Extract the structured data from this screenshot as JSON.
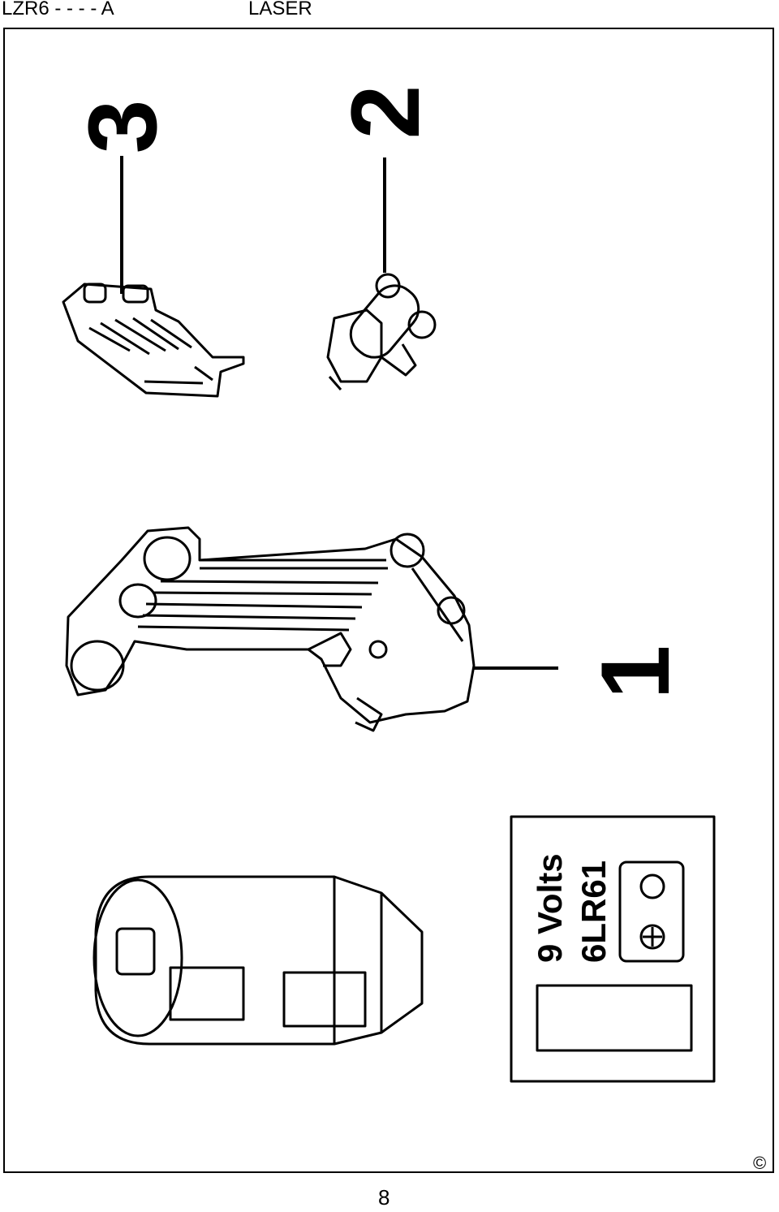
{
  "header": {
    "model": "LZR6 - - - - A",
    "title": "LASER"
  },
  "callouts": {
    "part1": "1",
    "part2": "2",
    "part3": "3"
  },
  "battery": {
    "voltage": "9 Volts",
    "code": "6LR61"
  },
  "footer": {
    "copyright": "©",
    "page_number": "8"
  }
}
